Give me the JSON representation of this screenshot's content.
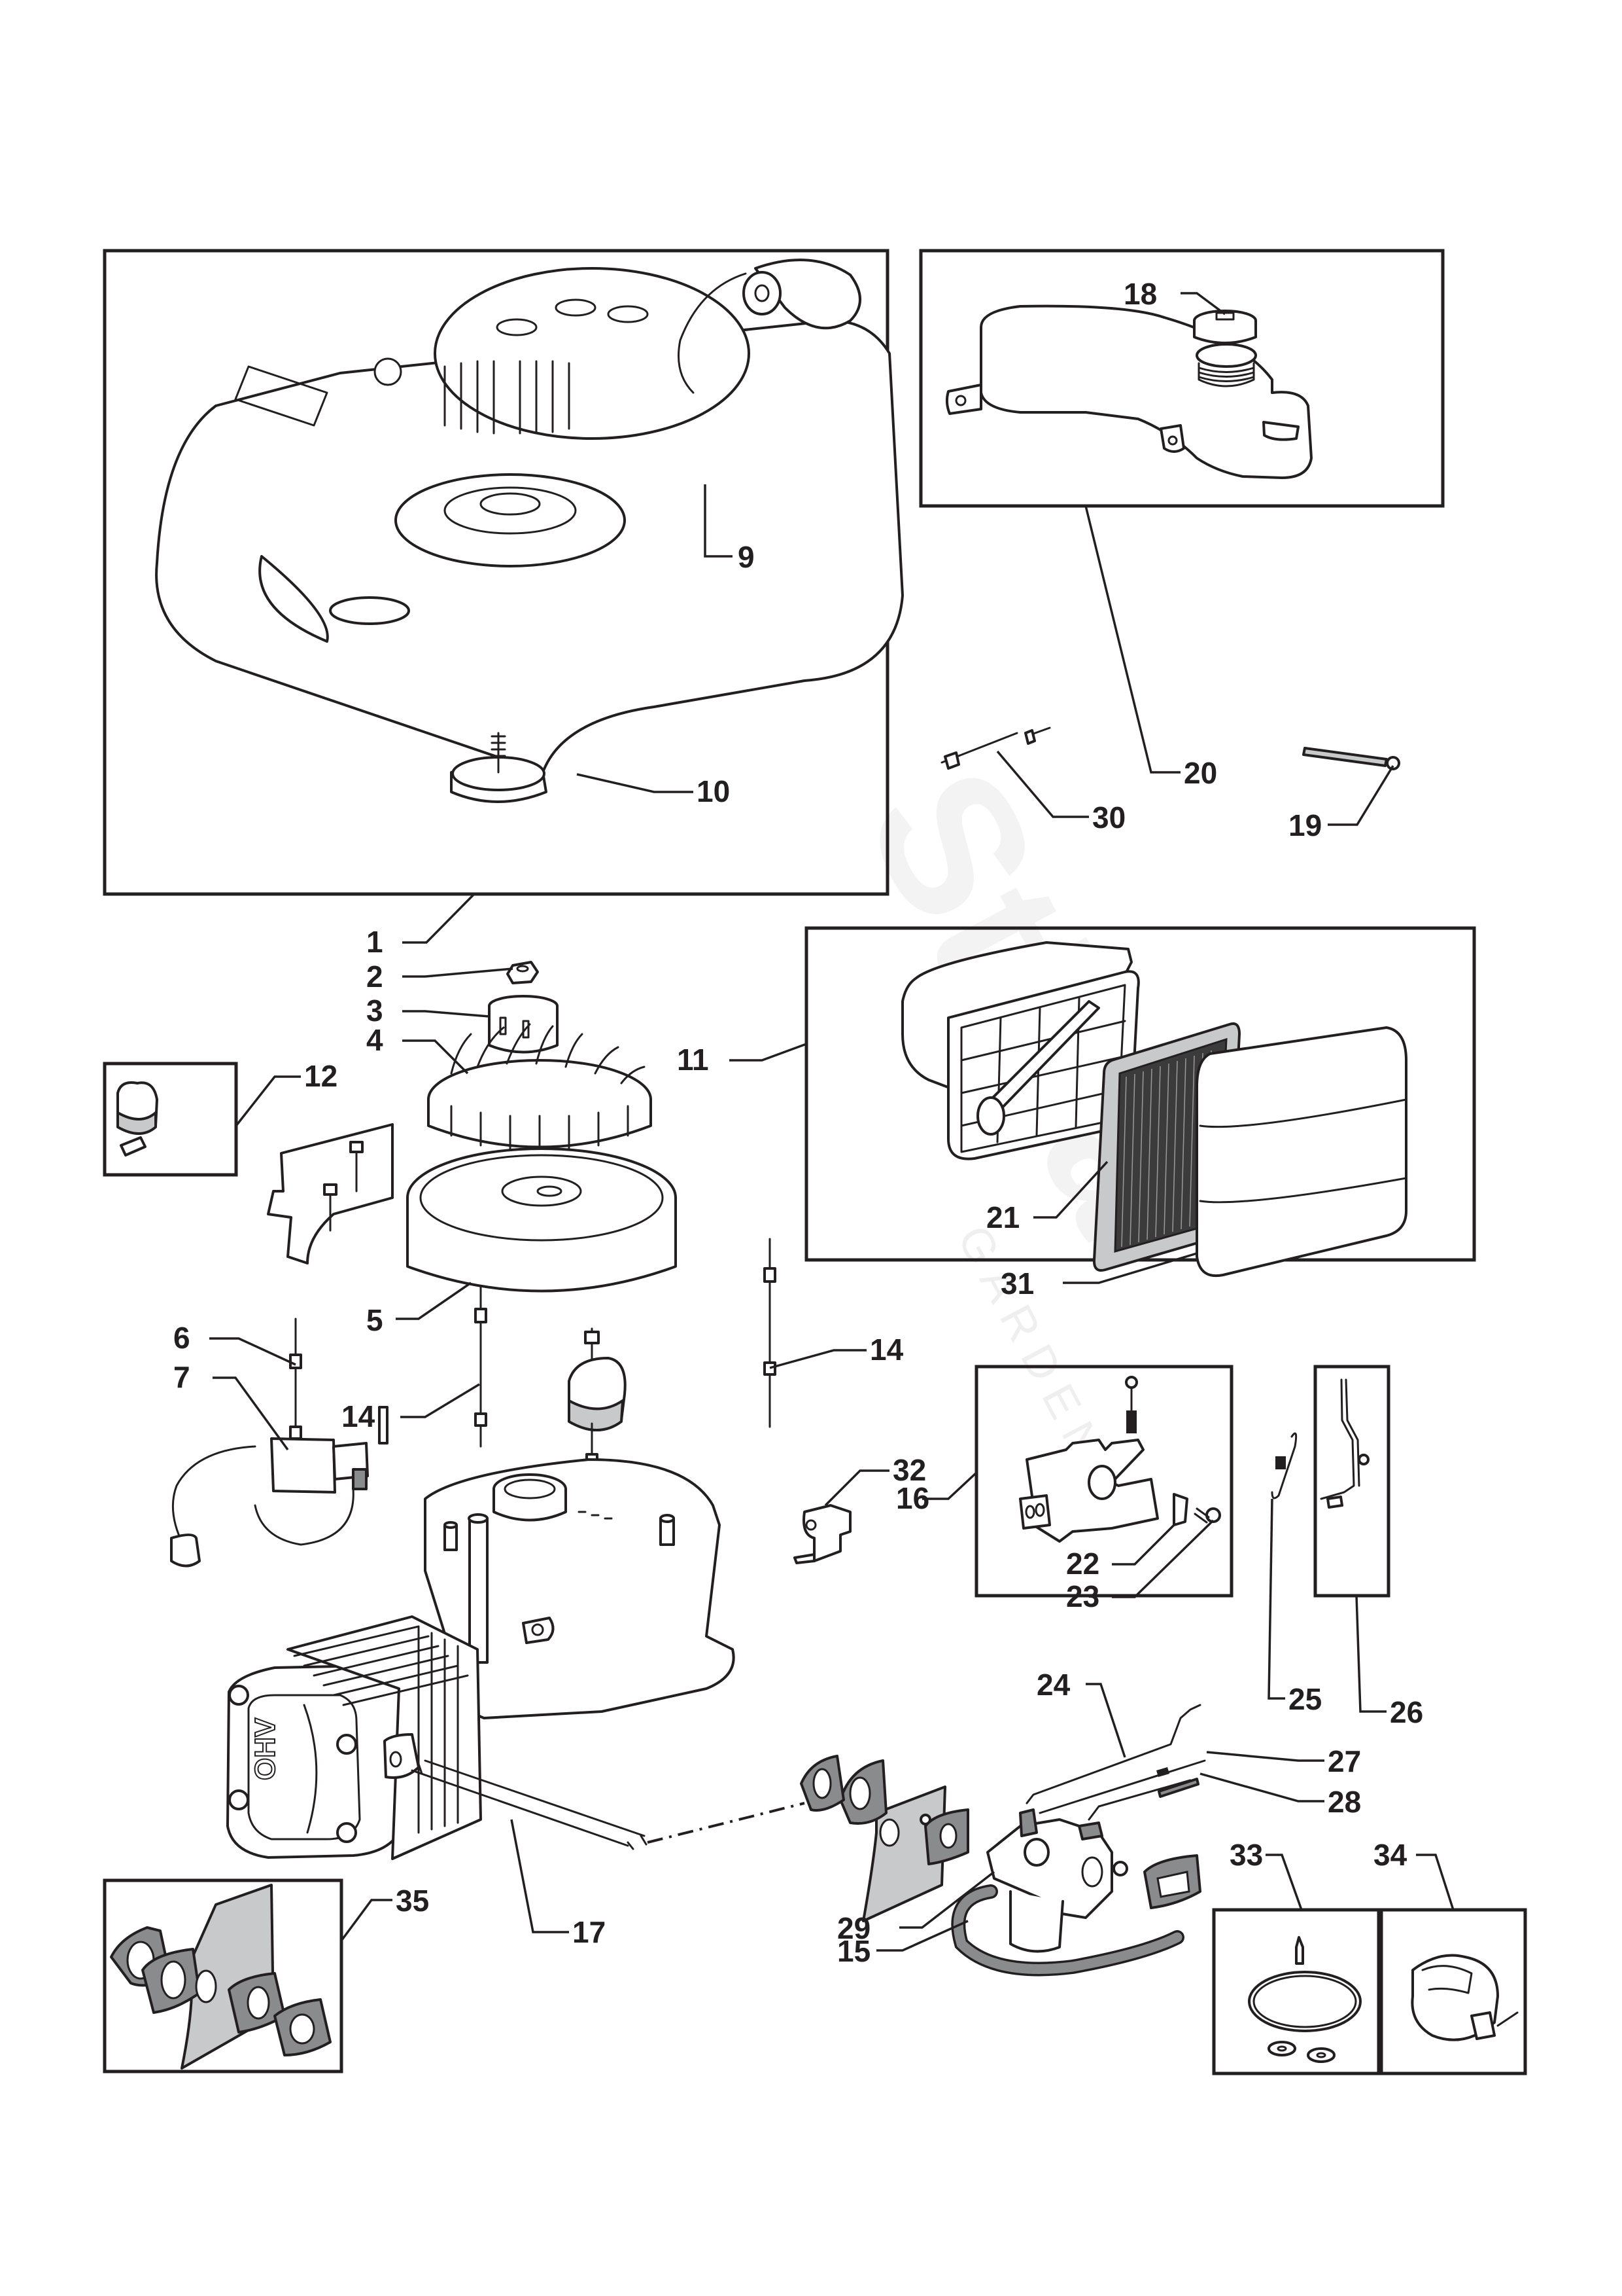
{
  "diagram": {
    "type": "exploded-parts-view",
    "subject": "engine assembly",
    "watermark": {
      "brand": "Stiga",
      "sub": "GARDEN"
    },
    "groups": [
      {
        "id": "recoil-starter",
        "parts": [
          "1",
          "9",
          "10"
        ]
      },
      {
        "id": "fuel-tank",
        "parts": [
          "18",
          "20"
        ]
      },
      {
        "id": "air-filter",
        "parts": [
          "11",
          "21",
          "31"
        ]
      },
      {
        "id": "governor-bracket",
        "parts": [
          "16",
          "22",
          "23"
        ]
      },
      {
        "id": "governor-lever",
        "parts": [
          "26"
        ]
      },
      {
        "id": "module-kit",
        "parts": [
          "12"
        ]
      },
      {
        "id": "carburetor-repair-kit",
        "parts": [
          "33"
        ]
      },
      {
        "id": "carburetor-float-kit",
        "parts": [
          "34"
        ]
      },
      {
        "id": "gasket-kit",
        "parts": [
          "35"
        ]
      }
    ],
    "callouts": {
      "c1": "1",
      "c2": "2",
      "c3": "3",
      "c4": "4",
      "c5": "5",
      "c6": "6",
      "c7": "7",
      "c9": "9",
      "c10": "10",
      "c11": "11",
      "c12": "12",
      "c14a": "14",
      "c14b": "14",
      "c15": "15",
      "c16": "16",
      "c17": "17",
      "c18": "18",
      "c19": "19",
      "c20": "20",
      "c21": "21",
      "c22": "22",
      "c23": "23",
      "c24": "24",
      "c25": "25",
      "c26": "26",
      "c27": "27",
      "c28": "28",
      "c29": "29",
      "c30": "30",
      "c31": "31",
      "c32": "32",
      "c33": "33",
      "c34": "34",
      "c35": "35"
    }
  }
}
